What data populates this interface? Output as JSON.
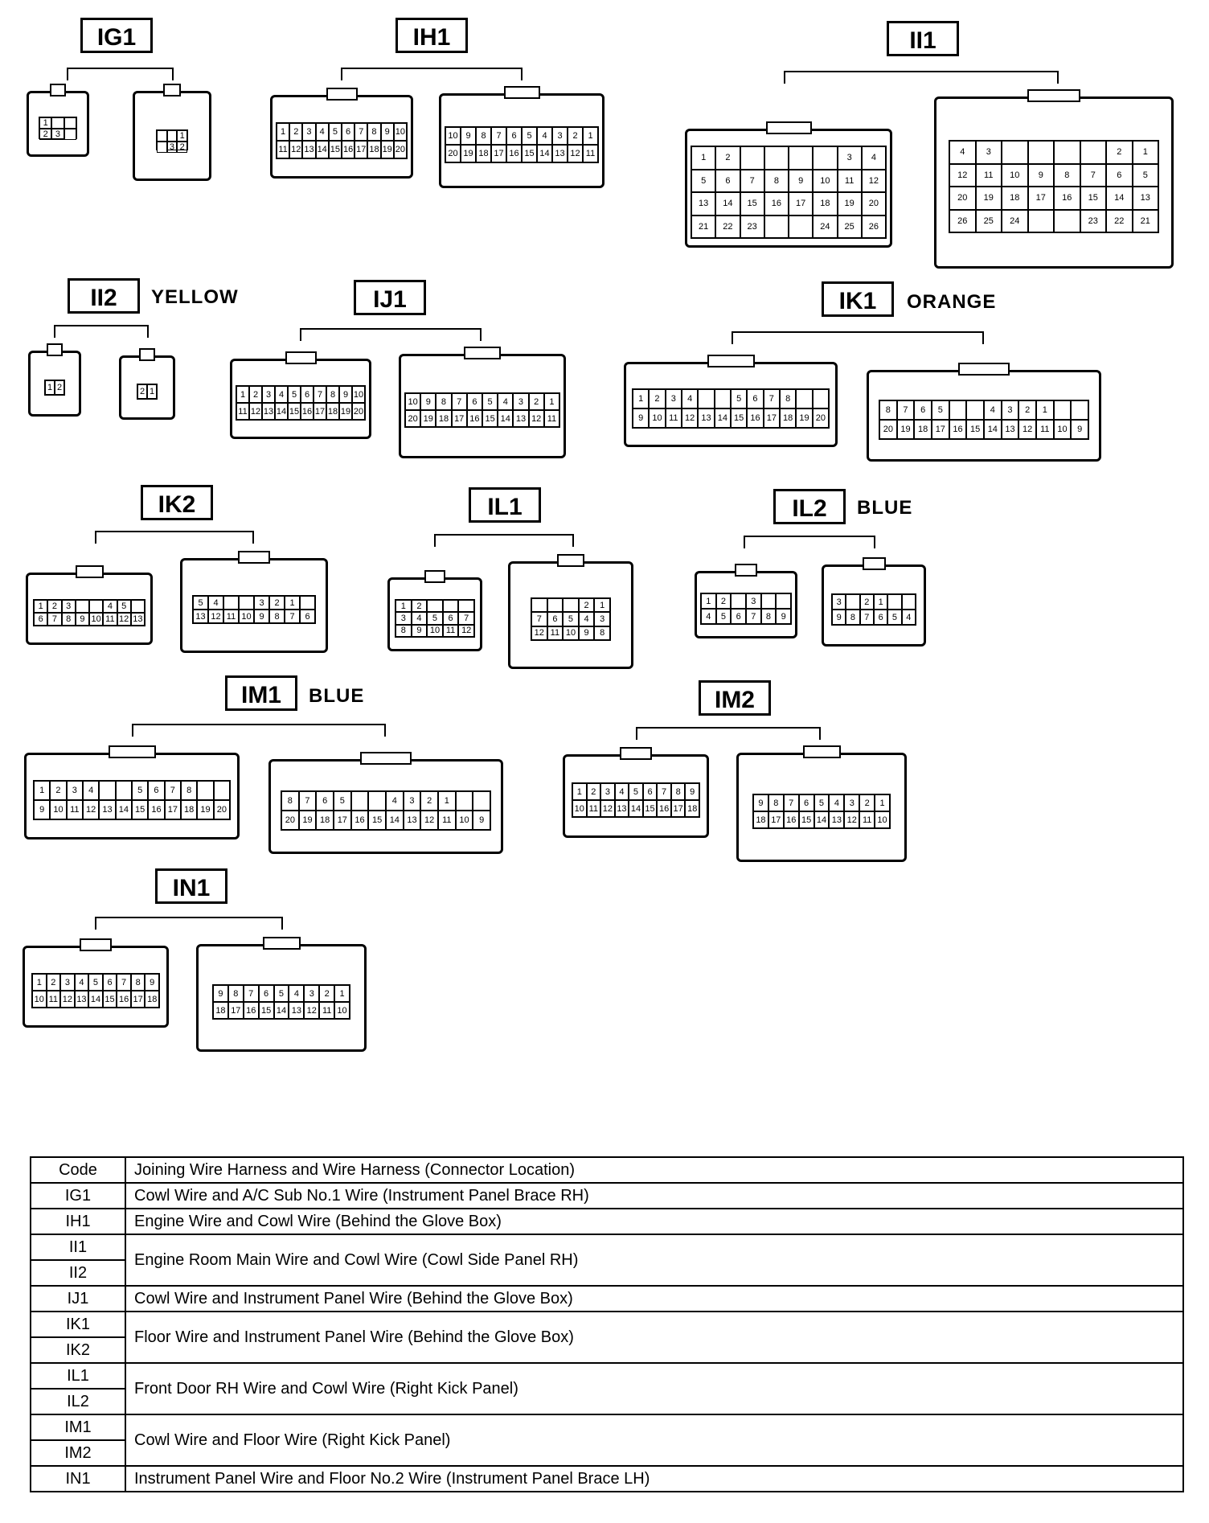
{
  "connectors": [
    {
      "code": "IG1",
      "color": "",
      "parts": [
        {
          "rows": [
            [
              "1",
              "",
              ""
            ],
            [
              "2",
              "3",
              ""
            ]
          ]
        },
        {
          "rows": [
            [
              "",
              "",
              "1"
            ],
            [
              "",
              "3",
              "2"
            ]
          ]
        }
      ]
    },
    {
      "code": "IH1",
      "color": "",
      "parts": [
        {
          "rows": [
            [
              "1",
              "2",
              "3",
              "4",
              "5",
              "6",
              "7",
              "8",
              "9",
              "10"
            ],
            [
              "11",
              "12",
              "13",
              "14",
              "15",
              "16",
              "17",
              "18",
              "19",
              "20"
            ]
          ]
        },
        {
          "rows": [
            [
              "10",
              "9",
              "8",
              "7",
              "6",
              "5",
              "4",
              "3",
              "2",
              "1"
            ],
            [
              "20",
              "19",
              "18",
              "17",
              "16",
              "15",
              "14",
              "13",
              "12",
              "11"
            ]
          ]
        }
      ]
    },
    {
      "code": "II1",
      "color": "",
      "parts": [
        {
          "rows": [
            [
              "1",
              "2",
              "",
              "",
              "",
              "",
              "3",
              "4"
            ],
            [
              "5",
              "6",
              "7",
              "8",
              "9",
              "10",
              "11",
              "12"
            ],
            [
              "13",
              "14",
              "15",
              "16",
              "17",
              "18",
              "19",
              "20"
            ],
            [
              "21",
              "22",
              "23",
              "",
              "",
              "24",
              "25",
              "26"
            ]
          ]
        },
        {
          "rows": [
            [
              "4",
              "3",
              "",
              "",
              "",
              "",
              "2",
              "1"
            ],
            [
              "12",
              "11",
              "10",
              "9",
              "8",
              "7",
              "6",
              "5"
            ],
            [
              "20",
              "19",
              "18",
              "17",
              "16",
              "15",
              "14",
              "13"
            ],
            [
              "26",
              "25",
              "24",
              "",
              "",
              "23",
              "22",
              "21"
            ]
          ]
        }
      ]
    },
    {
      "code": "II2",
      "color": "YELLOW",
      "parts": [
        {
          "rows": [
            [
              "1",
              "2"
            ]
          ]
        },
        {
          "rows": [
            [
              "2",
              "1"
            ]
          ]
        }
      ]
    },
    {
      "code": "IJ1",
      "color": "",
      "parts": [
        {
          "rows": [
            [
              "1",
              "2",
              "3",
              "4",
              "5",
              "6",
              "7",
              "8",
              "9",
              "10"
            ],
            [
              "11",
              "12",
              "13",
              "14",
              "15",
              "16",
              "17",
              "18",
              "19",
              "20"
            ]
          ]
        },
        {
          "rows": [
            [
              "10",
              "9",
              "8",
              "7",
              "6",
              "5",
              "4",
              "3",
              "2",
              "1"
            ],
            [
              "20",
              "19",
              "18",
              "17",
              "16",
              "15",
              "14",
              "13",
              "12",
              "11"
            ]
          ]
        }
      ]
    },
    {
      "code": "IK1",
      "color": "ORANGE",
      "parts": [
        {
          "rows": [
            [
              "1",
              "2",
              "3",
              "4",
              "",
              "",
              "5",
              "6",
              "7",
              "8"
            ],
            [
              "9",
              "10",
              "11",
              "12",
              "13",
              "14",
              "15",
              "16",
              "17",
              "18",
              "19",
              "20"
            ]
          ]
        },
        {
          "rows": [
            [
              "8",
              "7",
              "6",
              "5",
              "",
              "",
              "4",
              "3",
              "2",
              "1"
            ],
            [
              "20",
              "19",
              "18",
              "17",
              "16",
              "15",
              "14",
              "13",
              "12",
              "11",
              "10",
              "9"
            ]
          ]
        }
      ]
    },
    {
      "code": "IK2",
      "color": "",
      "parts": [
        {
          "rows": [
            [
              "1",
              "2",
              "3",
              "",
              "",
              "4",
              "5"
            ],
            [
              "6",
              "7",
              "8",
              "9",
              "10",
              "11",
              "12",
              "13"
            ]
          ]
        },
        {
          "rows": [
            [
              "5",
              "4",
              "",
              "",
              "3",
              "2",
              "1"
            ],
            [
              "13",
              "12",
              "11",
              "10",
              "9",
              "8",
              "7",
              "6"
            ]
          ]
        }
      ]
    },
    {
      "code": "IL1",
      "color": "",
      "parts": [
        {
          "rows": [
            [
              "1",
              "2",
              "",
              "",
              ""
            ],
            [
              "3",
              "4",
              "5",
              "6",
              "7"
            ],
            [
              "8",
              "9",
              "10",
              "11",
              "12"
            ]
          ]
        },
        {
          "rows": [
            [
              "",
              "",
              "",
              "2",
              "1"
            ],
            [
              "7",
              "6",
              "5",
              "4",
              "3"
            ],
            [
              "12",
              "11",
              "10",
              "9",
              "8"
            ]
          ]
        }
      ]
    },
    {
      "code": "IL2",
      "color": "BLUE",
      "parts": [
        {
          "rows": [
            [
              "1",
              "2",
              "",
              "3"
            ],
            [
              "4",
              "5",
              "6",
              "7",
              "8",
              "9"
            ]
          ]
        },
        {
          "rows": [
            [
              "3",
              "",
              "2",
              "1"
            ],
            [
              "9",
              "8",
              "7",
              "6",
              "5",
              "4"
            ]
          ]
        }
      ]
    },
    {
      "code": "IM1",
      "color": "BLUE",
      "parts": [
        {
          "rows": [
            [
              "1",
              "2",
              "3",
              "4",
              "",
              "",
              "5",
              "6",
              "7",
              "8"
            ],
            [
              "9",
              "10",
              "11",
              "12",
              "13",
              "14",
              "15",
              "16",
              "17",
              "18",
              "19",
              "20"
            ]
          ]
        },
        {
          "rows": [
            [
              "8",
              "7",
              "6",
              "5",
              "",
              "",
              "4",
              "3",
              "2",
              "1"
            ],
            [
              "20",
              "19",
              "18",
              "17",
              "16",
              "15",
              "14",
              "13",
              "12",
              "11",
              "10",
              "9"
            ]
          ]
        }
      ]
    },
    {
      "code": "IM2",
      "color": "",
      "parts": [
        {
          "rows": [
            [
              "1",
              "2",
              "3",
              "4",
              "5",
              "6",
              "7",
              "8",
              "9"
            ],
            [
              "10",
              "11",
              "12",
              "13",
              "14",
              "15",
              "16",
              "17",
              "18"
            ]
          ]
        },
        {
          "rows": [
            [
              "9",
              "8",
              "7",
              "6",
              "5",
              "4",
              "3",
              "2",
              "1"
            ],
            [
              "18",
              "17",
              "16",
              "15",
              "14",
              "13",
              "12",
              "11",
              "10"
            ]
          ]
        }
      ]
    },
    {
      "code": "IN1",
      "color": "",
      "parts": [
        {
          "rows": [
            [
              "1",
              "2",
              "3",
              "4",
              "5",
              "6",
              "7",
              "8",
              "9"
            ],
            [
              "10",
              "11",
              "12",
              "13",
              "14",
              "15",
              "16",
              "17",
              "18"
            ]
          ]
        },
        {
          "rows": [
            [
              "9",
              "8",
              "7",
              "6",
              "5",
              "4",
              "3",
              "2",
              "1"
            ],
            [
              "18",
              "17",
              "16",
              "15",
              "14",
              "13",
              "12",
              "11",
              "10"
            ]
          ]
        }
      ]
    }
  ],
  "table": {
    "header": {
      "code": "Code",
      "desc": "Joining Wire Harness and Wire Harness (Connector Location)"
    },
    "rows": [
      {
        "codes": [
          "IG1"
        ],
        "desc": "Cowl Wire and A/C Sub No.1 Wire (Instrument Panel Brace RH)"
      },
      {
        "codes": [
          "IH1"
        ],
        "desc": "Engine Wire and Cowl Wire (Behind the Glove Box)"
      },
      {
        "codes": [
          "II1",
          "II2"
        ],
        "desc": "Engine Room Main Wire and Cowl Wire (Cowl Side Panel RH)"
      },
      {
        "codes": [
          "IJ1"
        ],
        "desc": "Cowl Wire and Instrument Panel Wire (Behind the Glove Box)"
      },
      {
        "codes": [
          "IK1",
          "IK2"
        ],
        "desc": "Floor Wire and Instrument Panel Wire (Behind the Glove Box)"
      },
      {
        "codes": [
          "IL1",
          "IL2"
        ],
        "desc": "Front Door RH Wire and Cowl Wire (Right Kick Panel)"
      },
      {
        "codes": [
          "IM1",
          "IM2"
        ],
        "desc": "Cowl Wire and Floor Wire (Right Kick Panel)"
      },
      {
        "codes": [
          "IN1"
        ],
        "desc": "Instrument Panel Wire and Floor No.2 Wire (Instrument Panel Brace LH)"
      }
    ]
  }
}
